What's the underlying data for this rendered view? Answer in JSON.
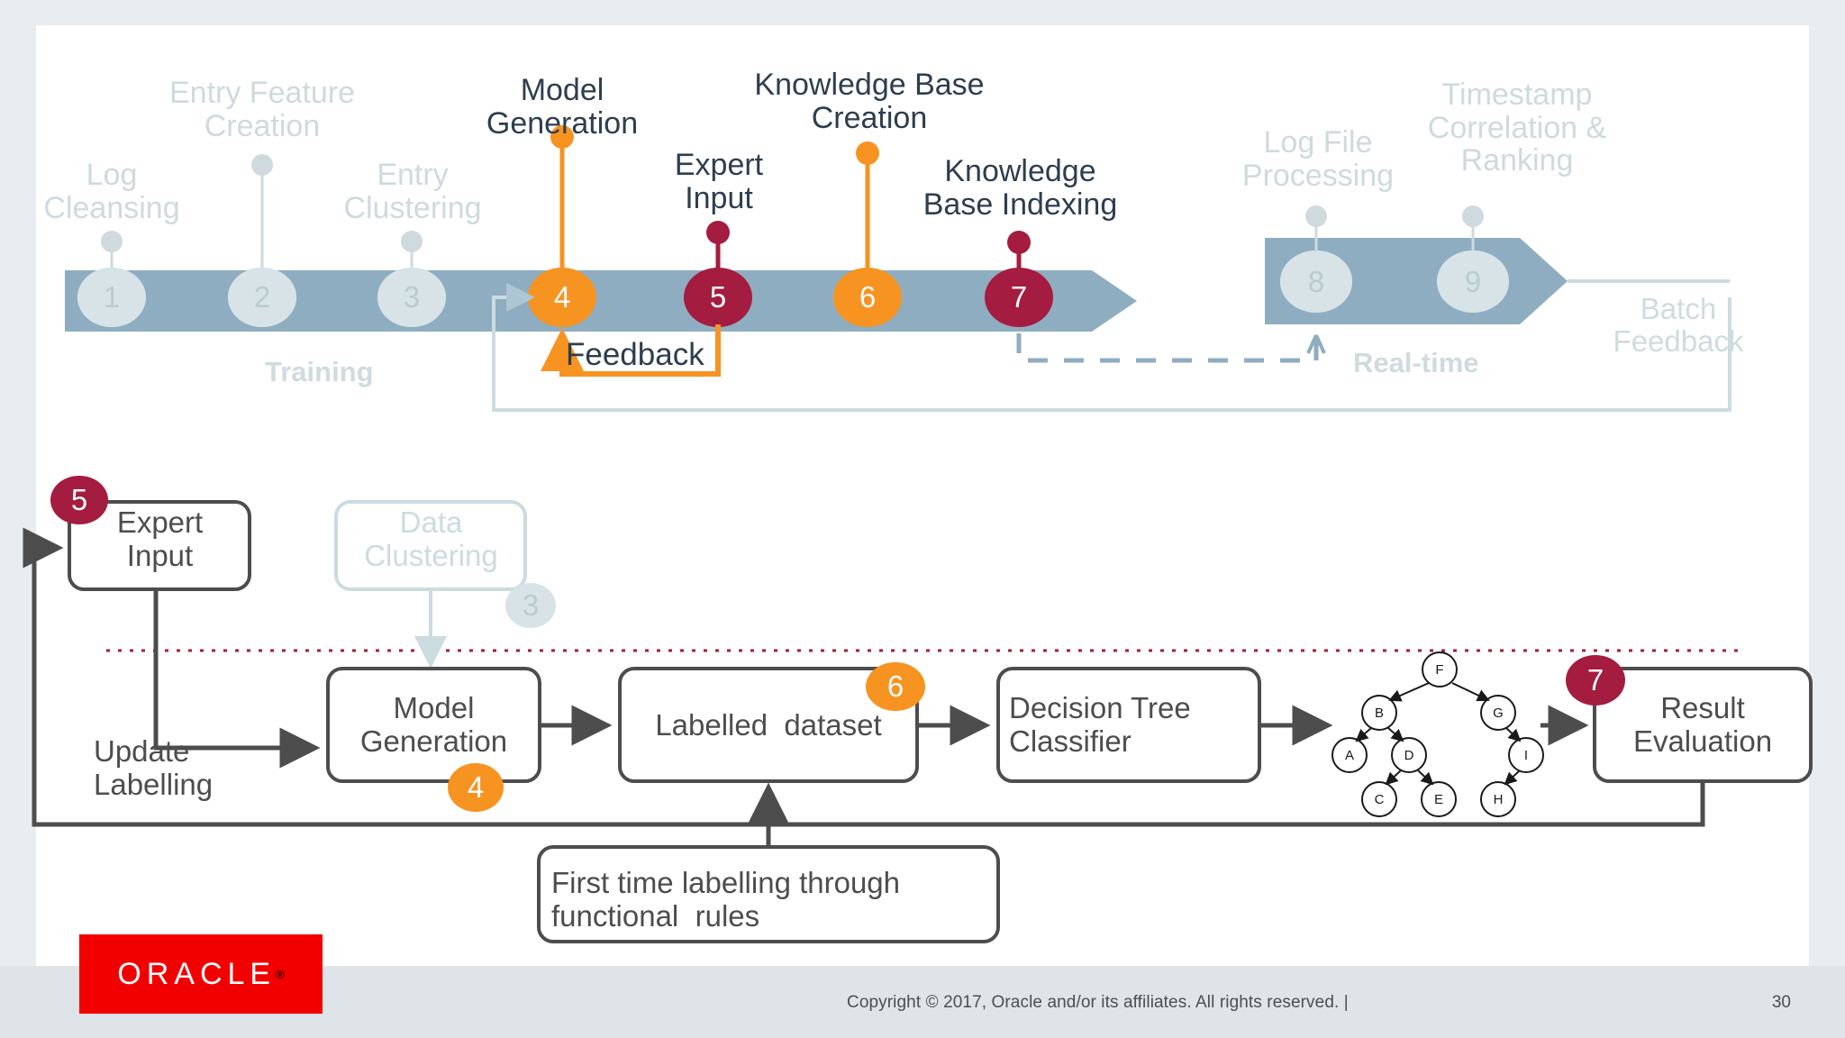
{
  "slide": {
    "page_number": "30",
    "copyright": "Copyright © 2017, Oracle and/or its affiliates. All rights reserved.  |",
    "logo_text": "ORACLE",
    "logo_reg": "®"
  },
  "colors": {
    "orange": "#f79321",
    "maroon": "#a41c3f",
    "timeline_bar": "#8fadc0",
    "muted_text": "#cfdade",
    "dark_text": "#2d3e4e",
    "box_stroke": "#4d4d4d",
    "ghost_stroke": "#cbdce0",
    "dotted_divider": "#a41c3f",
    "oracle_red": "#f20000",
    "slide_bg": "#ffffff",
    "page_bg": "#e9edf0",
    "footer_bg": "#dfe4e8"
  },
  "timeline": {
    "phase_labels": [
      {
        "text": "Training"
      },
      {
        "text": "Real-time"
      }
    ],
    "feedback_label": "Feedback",
    "batch_feedback_label": "Batch\nFeedback",
    "steps": [
      {
        "num": "1",
        "label": "Log\nCleansing",
        "state": "inactive",
        "marker": "ghost"
      },
      {
        "num": "2",
        "label": "Entry Feature\nCreation",
        "state": "inactive",
        "marker": "ghost"
      },
      {
        "num": "3",
        "label": "Entry\nClustering",
        "state": "inactive",
        "marker": "ghost"
      },
      {
        "num": "4",
        "label": "Model\nGeneration",
        "state": "active",
        "marker": "orange"
      },
      {
        "num": "5",
        "label": "Expert\nInput",
        "state": "active",
        "marker": "maroon"
      },
      {
        "num": "6",
        "label": "Knowledge Base\nCreation",
        "state": "active",
        "marker": "orange"
      },
      {
        "num": "7",
        "label": "Knowledge\nBase Indexing",
        "state": "active",
        "marker": "maroon"
      },
      {
        "num": "8",
        "label": "Log File\nProcessing",
        "state": "inactive",
        "marker": "ghost"
      },
      {
        "num": "9",
        "label": "Timestamp\nCorrelation &\nRanking",
        "state": "inactive",
        "marker": "ghost"
      }
    ]
  },
  "flow": {
    "nodes": [
      {
        "id": "expert-input",
        "title": "Expert\nInput",
        "badge": "5",
        "badge_color": "maroon",
        "ghost": false
      },
      {
        "id": "data-clustering",
        "title": "Data\nClustering",
        "badge": "3",
        "badge_color": "ghost",
        "ghost": true
      },
      {
        "id": "model-generation",
        "title": "Model\nGeneration",
        "badge": "4",
        "badge_color": "orange",
        "ghost": false
      },
      {
        "id": "labelled-dataset",
        "title": "Labelled  dataset",
        "badge": "6",
        "badge_color": "orange",
        "ghost": false
      },
      {
        "id": "decision-tree-classifier",
        "title": "Decision Tree\nClassifier",
        "badge": "",
        "badge_color": "",
        "ghost": false
      },
      {
        "id": "result-evaluation",
        "title": "Result\nEvaluation",
        "badge": "7",
        "badge_color": "maroon",
        "ghost": false
      },
      {
        "id": "first-time-labelling",
        "title": "First time labelling through\nfunctional  rules",
        "badge": "",
        "badge_color": "",
        "ghost": false
      }
    ],
    "edge_label_update": "Update\nLabelling",
    "tree": {
      "nodes": [
        "F",
        "B",
        "G",
        "A",
        "D",
        "I",
        "C",
        "E",
        "H"
      ],
      "edges": [
        [
          "F",
          "B"
        ],
        [
          "F",
          "G"
        ],
        [
          "B",
          "A"
        ],
        [
          "B",
          "D"
        ],
        [
          "D",
          "C"
        ],
        [
          "D",
          "E"
        ],
        [
          "G",
          "I"
        ],
        [
          "I",
          "H"
        ]
      ]
    }
  }
}
